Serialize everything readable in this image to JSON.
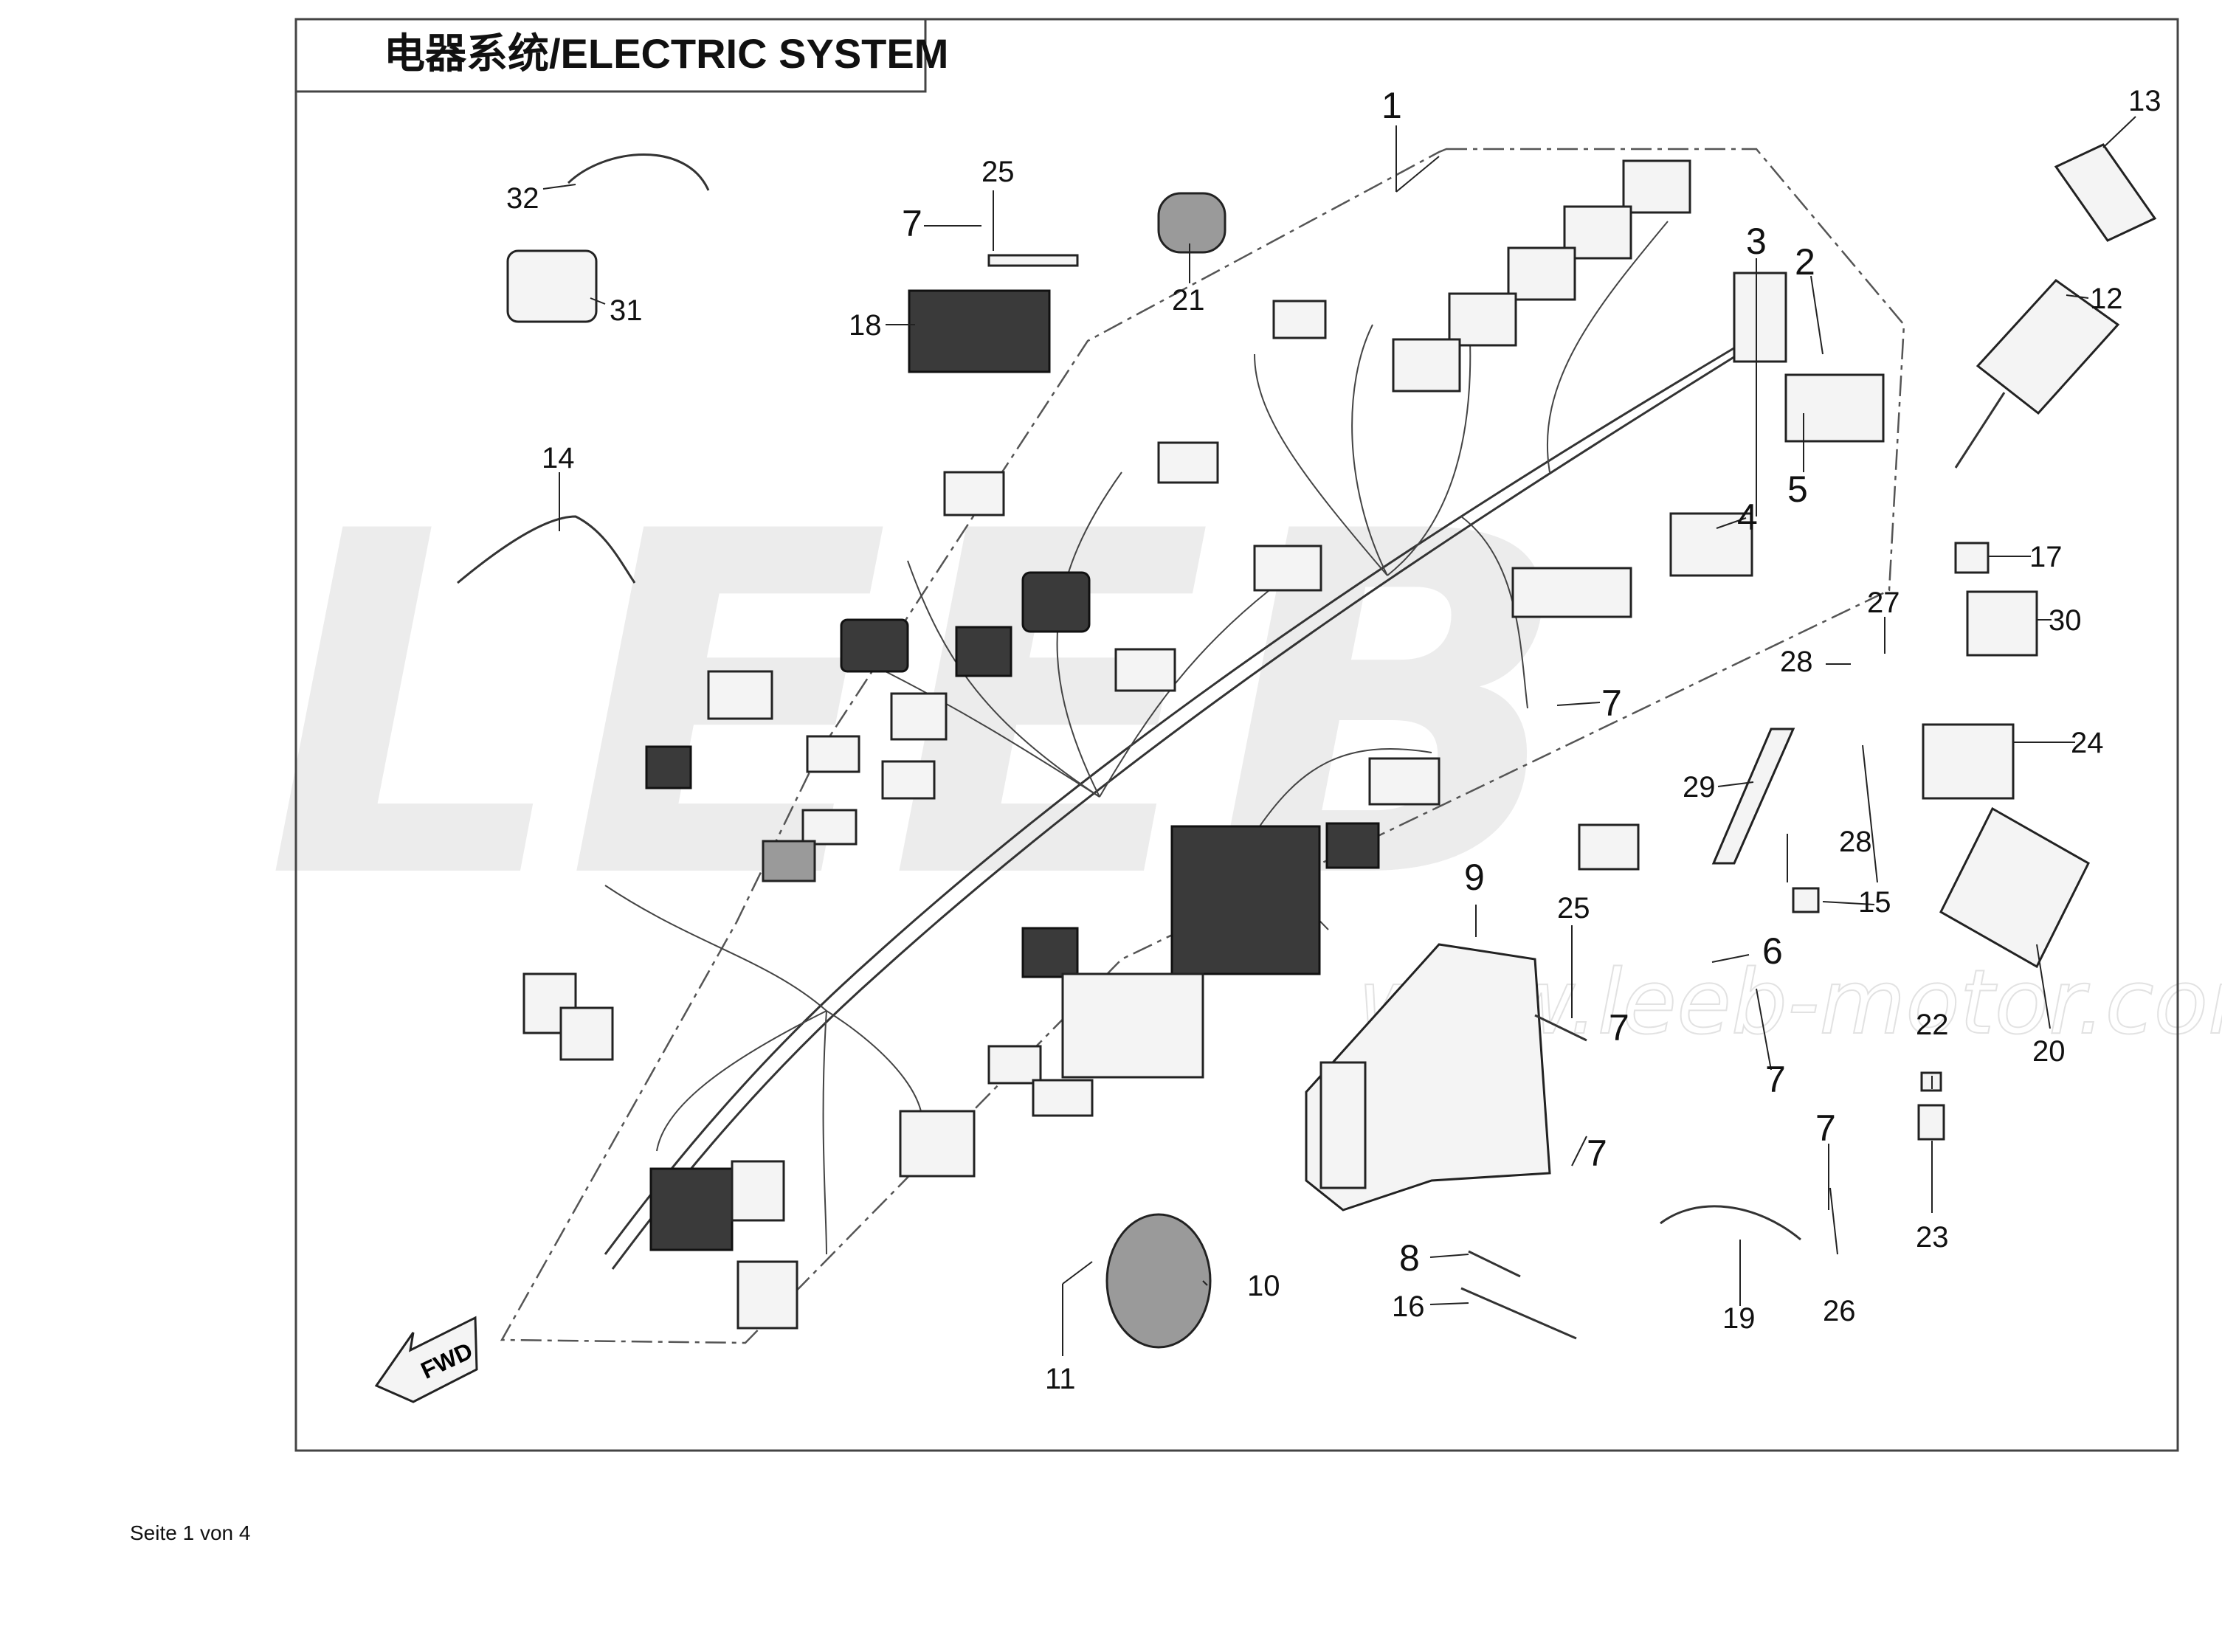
{
  "title": "电器系统/ELECTRIC SYSTEM",
  "footer": "Seite 1 von 4",
  "watermark": {
    "logo": "LEEB",
    "url": "www.leeb-motor.com"
  },
  "fwd_label": "FWD",
  "callouts": [
    "1",
    "2",
    "3",
    "4",
    "5",
    "6",
    "7",
    "7",
    "7",
    "7",
    "7",
    "7",
    "8",
    "9",
    "10",
    "11",
    "12",
    "13",
    "14",
    "15",
    "16",
    "17",
    "18",
    "19",
    "20",
    "21",
    "22",
    "23",
    "24",
    "25",
    "25",
    "26",
    "27",
    "28",
    "28",
    "29",
    "30",
    "31",
    "32"
  ]
}
